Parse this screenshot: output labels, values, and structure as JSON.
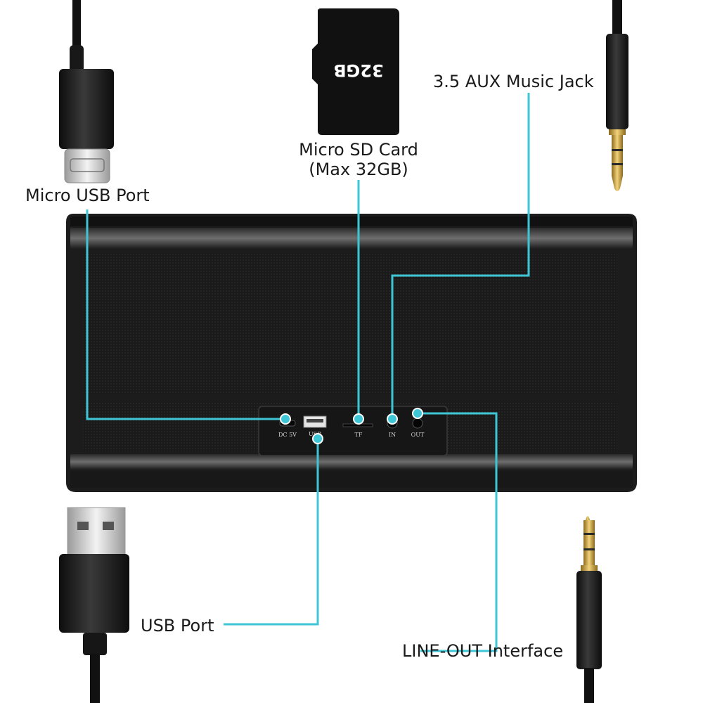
{
  "callouts": {
    "micro_usb": "Micro USB Port",
    "micro_sd_line1": "Micro SD Card",
    "micro_sd_line2": "(Max 32GB)",
    "aux_jack": "3.5 AUX Music Jack",
    "usb_port": "USB Port",
    "line_out": "LINE-OUT Interface"
  },
  "sd_card": {
    "capacity_text": "32GB"
  },
  "panel_ports": {
    "dc": "DC 5V",
    "usb": "USB",
    "tf": "TF",
    "in": "IN",
    "out": "OUT"
  },
  "colors": {
    "callout_line": "#3ec6d6",
    "speaker_body": "#1c1c1c"
  }
}
